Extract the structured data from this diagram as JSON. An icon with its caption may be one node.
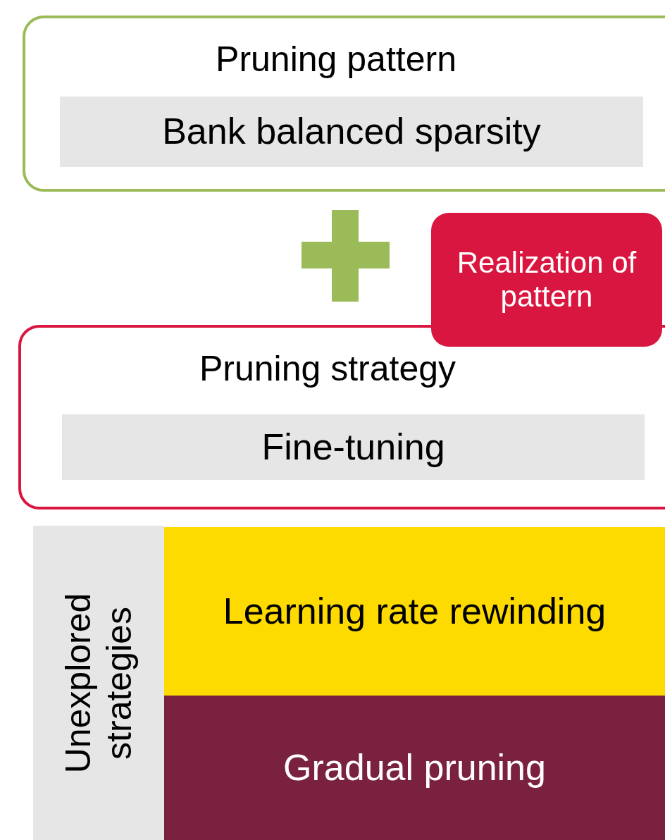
{
  "diagram": {
    "nodes": [
      {
        "text": [
          "Pruning pattern"
        ]
      },
      {
        "text": [
          "Bank balanced sparsity"
        ],
        "in": 0
      },
      {
        "text": [
          "Realization of pattern"
        ]
      },
      {
        "text": [
          "Pruning strategy"
        ]
      },
      {
        "text": [
          "Fine-tuning"
        ],
        "in": 3
      },
      {
        "text": [
          "Unexplored strategies"
        ]
      },
      {
        "text": [
          "Learning rate rewinding"
        ]
      },
      {
        "text": [
          "Gradual pruning"
        ]
      }
    ],
    "edges": []
  }
}
